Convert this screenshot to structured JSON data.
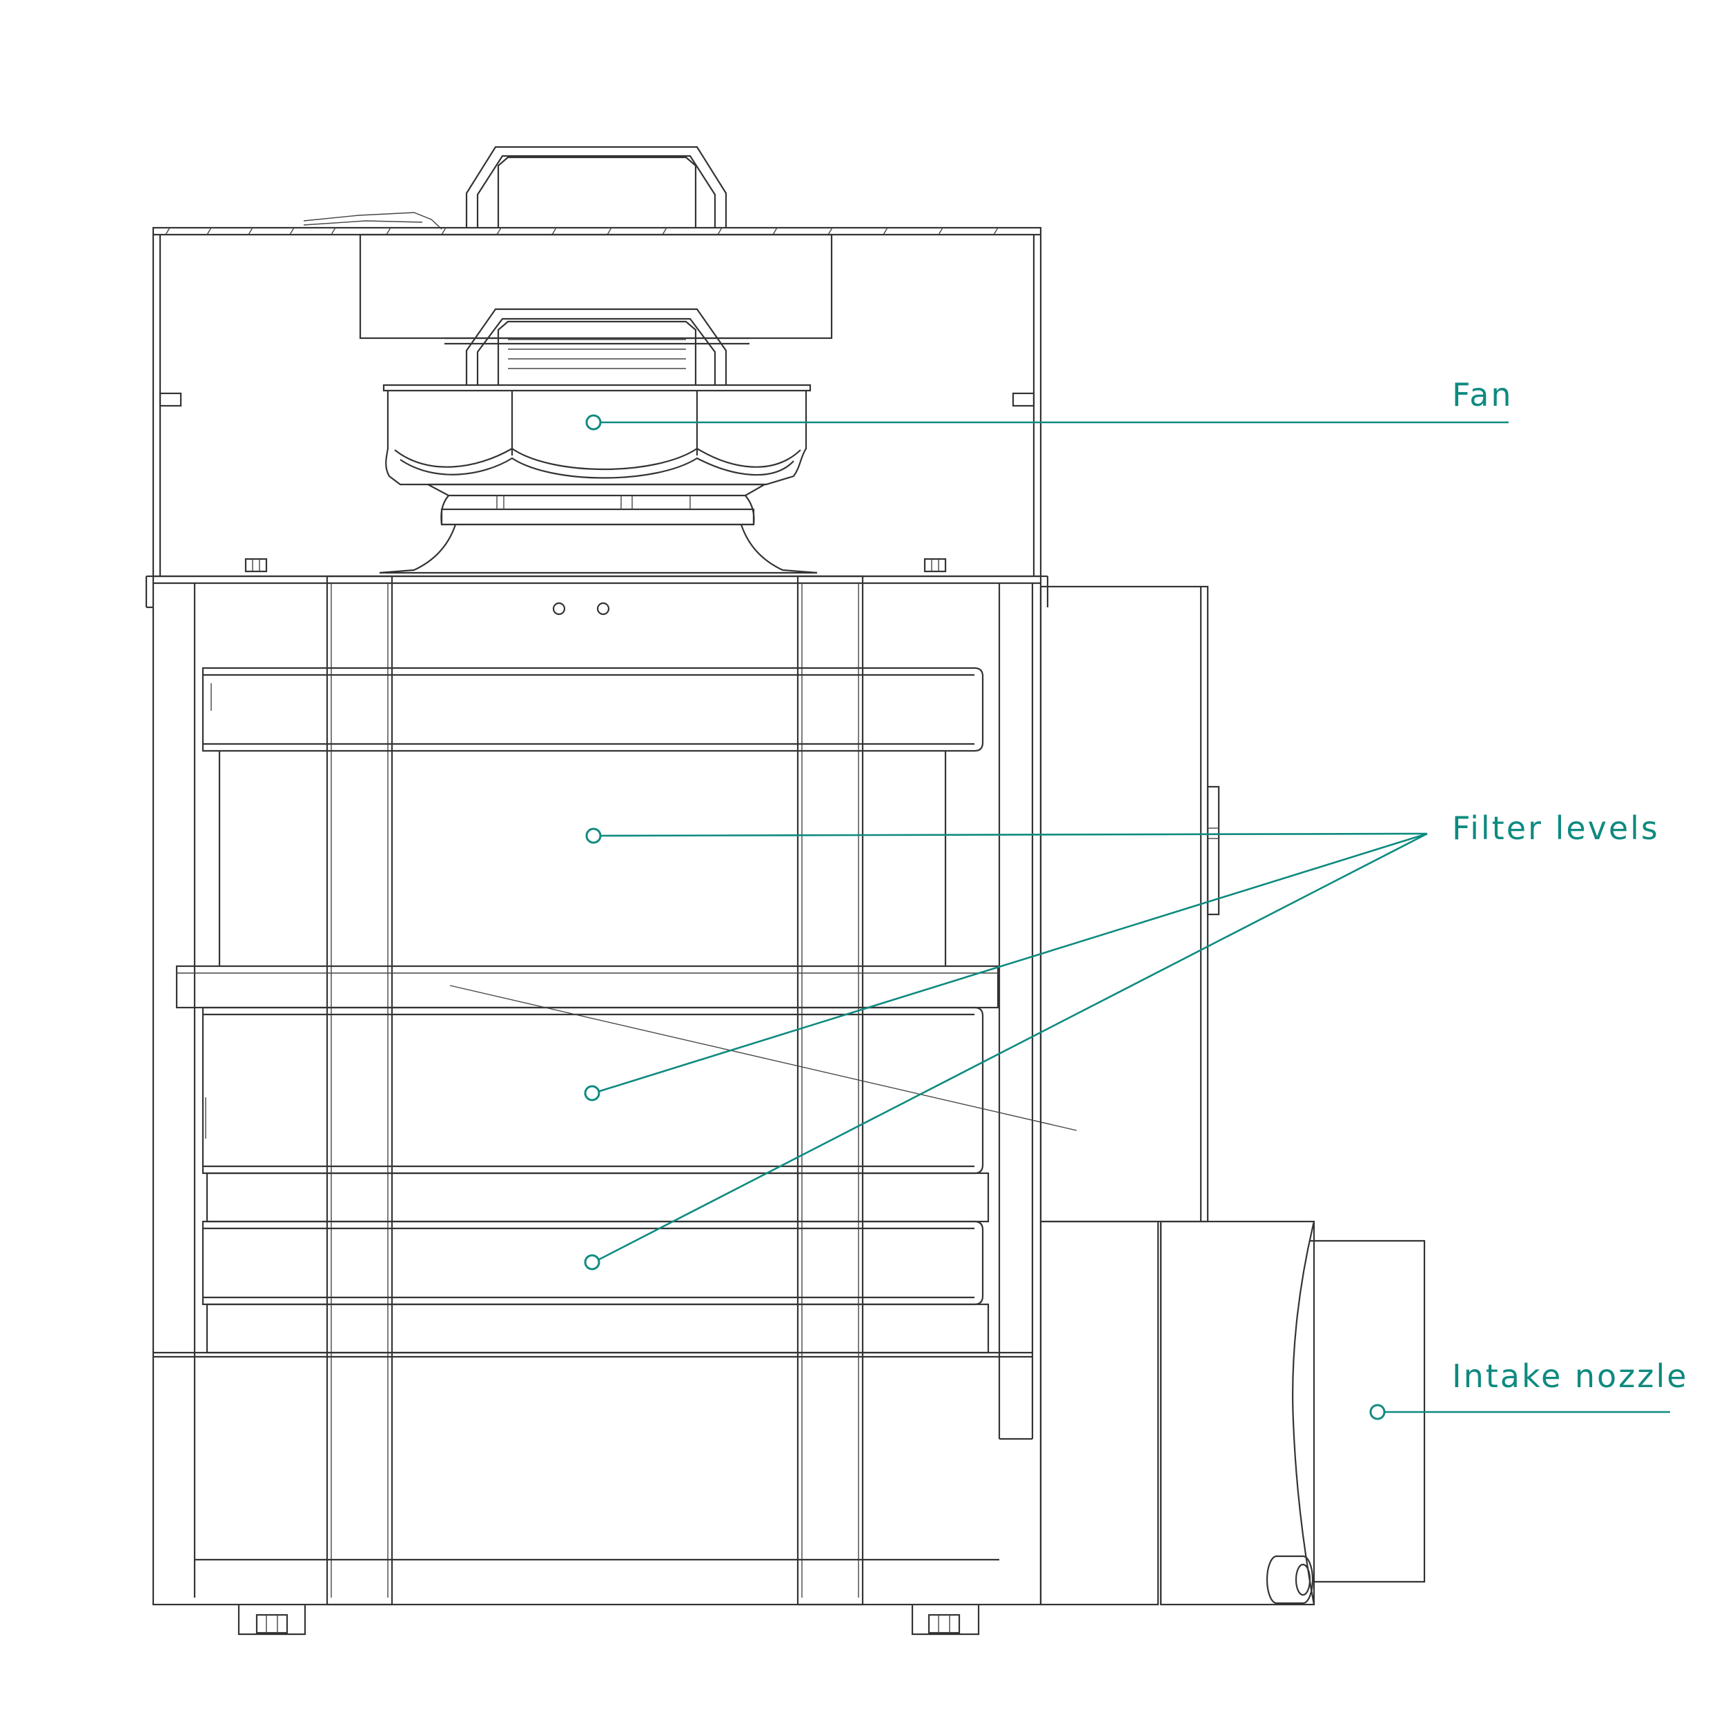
{
  "accent_color": "#0e8a80",
  "callouts": [
    {
      "id": "fan",
      "label": "Fan"
    },
    {
      "id": "filter-levels",
      "label": "Filter levels"
    },
    {
      "id": "intake-nozzle",
      "label": "Intake nozzle"
    }
  ]
}
